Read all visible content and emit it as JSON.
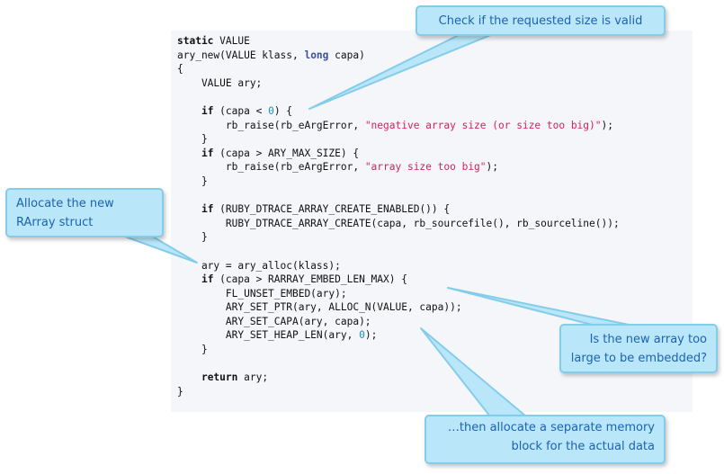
{
  "code_lines": [
    [
      {
        "t": "static",
        "c": "kw"
      },
      {
        "t": " VALUE"
      }
    ],
    [
      {
        "t": "ary_new(VALUE klass, "
      },
      {
        "t": "long",
        "c": "kw2"
      },
      {
        "t": " capa)"
      }
    ],
    [
      {
        "t": "{"
      }
    ],
    [
      {
        "t": "    VALUE ary;"
      }
    ],
    [
      {
        "t": ""
      }
    ],
    [
      {
        "t": "    "
      },
      {
        "t": "if",
        "c": "kw"
      },
      {
        "t": " (capa < "
      },
      {
        "t": "0",
        "c": "num"
      },
      {
        "t": ") {"
      }
    ],
    [
      {
        "t": "        rb_raise(rb_eArgError, "
      },
      {
        "t": "\"negative array size (or size too big)\"",
        "c": "str"
      },
      {
        "t": ");"
      }
    ],
    [
      {
        "t": "    }"
      }
    ],
    [
      {
        "t": "    "
      },
      {
        "t": "if",
        "c": "kw"
      },
      {
        "t": " (capa > ARY_MAX_SIZE) {"
      }
    ],
    [
      {
        "t": "        rb_raise(rb_eArgError, "
      },
      {
        "t": "\"array size too big\"",
        "c": "str"
      },
      {
        "t": ");"
      }
    ],
    [
      {
        "t": "    }"
      }
    ],
    [
      {
        "t": ""
      }
    ],
    [
      {
        "t": "    "
      },
      {
        "t": "if",
        "c": "kw"
      },
      {
        "t": " (RUBY_DTRACE_ARRAY_CREATE_ENABLED()) {"
      }
    ],
    [
      {
        "t": "        RUBY_DTRACE_ARRAY_CREATE(capa, rb_sourcefile(), rb_sourceline());"
      }
    ],
    [
      {
        "t": "    }"
      }
    ],
    [
      {
        "t": ""
      }
    ],
    [
      {
        "t": "    ary = ary_alloc(klass);"
      }
    ],
    [
      {
        "t": "    "
      },
      {
        "t": "if",
        "c": "kw"
      },
      {
        "t": " (capa > RARRAY_EMBED_LEN_MAX) {"
      }
    ],
    [
      {
        "t": "        FL_UNSET_EMBED(ary);"
      }
    ],
    [
      {
        "t": "        ARY_SET_PTR(ary, ALLOC_N(VALUE, capa));"
      }
    ],
    [
      {
        "t": "        ARY_SET_CAPA(ary, capa);"
      }
    ],
    [
      {
        "t": "        ARY_SET_HEAP_LEN(ary, "
      },
      {
        "t": "0",
        "c": "num"
      },
      {
        "t": ");"
      }
    ],
    [
      {
        "t": "    }"
      }
    ],
    [
      {
        "t": ""
      }
    ],
    [
      {
        "t": "    "
      },
      {
        "t": "return",
        "c": "kw"
      },
      {
        "t": " ary;"
      }
    ],
    [
      {
        "t": "}"
      }
    ]
  ],
  "callouts": {
    "size_check": "Check if the requested size is valid",
    "allocate_struct_line1": "Allocate the new",
    "allocate_struct_line2": "RArray struct",
    "embed_check_line1": "Is the new array too",
    "embed_check_line2": "large to be embedded?",
    "alloc_block_line1": "…then allocate a separate memory",
    "alloc_block_line2": "block for the actual data"
  },
  "colors": {
    "callout_fill": "#b9e6f8",
    "callout_border": "#84cdea",
    "callout_text": "#1b63b3",
    "code_bg": "#f5f6fa",
    "string": "#d0245b",
    "number": "#1a8fb0",
    "type_keyword": "#3b4f9a"
  }
}
